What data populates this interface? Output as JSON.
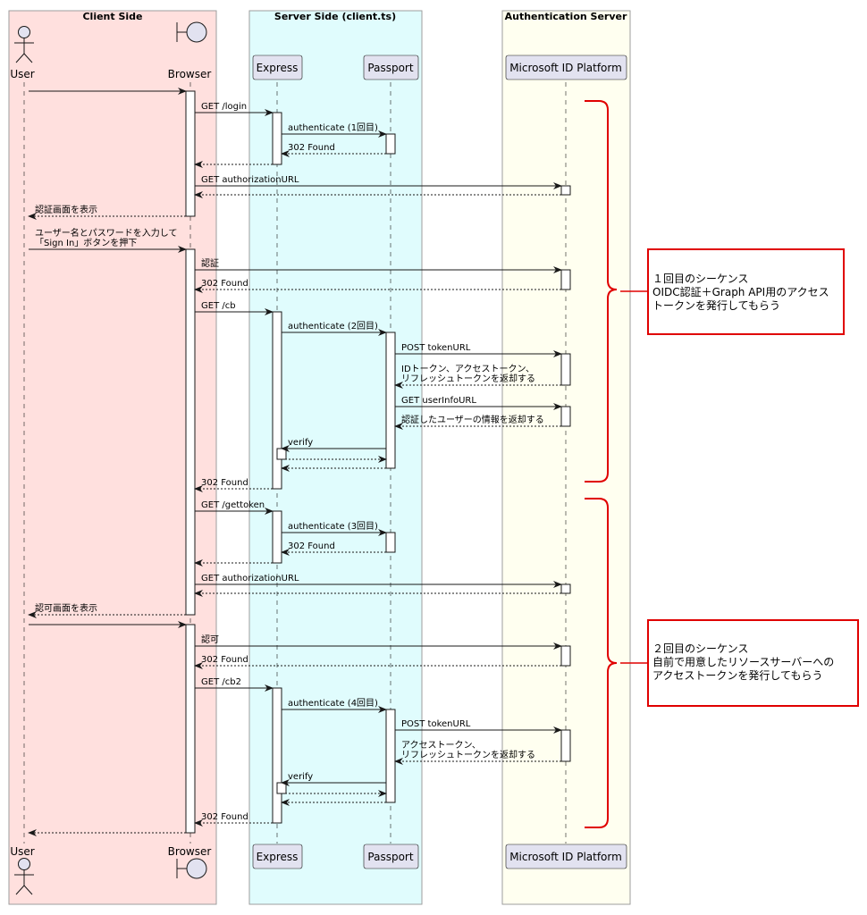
{
  "boxes": [
    {
      "id": "client",
      "title": "Client Side",
      "fill": "#ffe0de",
      "stroke": "#9e9e9e"
    },
    {
      "id": "server",
      "title": "Server Side (client.ts)",
      "fill": "#e0fcfd",
      "stroke": "#9e9e9e"
    },
    {
      "id": "auth",
      "title": "Authentication Server",
      "fill": "#fffff0",
      "stroke": "#9e9e9e"
    }
  ],
  "participants": [
    {
      "id": "user",
      "label": "User",
      "kind": "actor"
    },
    {
      "id": "browser",
      "label": "Browser",
      "kind": "boundary"
    },
    {
      "id": "express",
      "label": "Express",
      "kind": "participant"
    },
    {
      "id": "passport",
      "label": "Passport",
      "kind": "participant"
    },
    {
      "id": "msid",
      "label": "Microsoft ID Platform",
      "kind": "participant"
    }
  ],
  "messages": [
    {
      "from": "user",
      "to": "browser",
      "label": "",
      "dashed": false
    },
    {
      "from": "browser",
      "to": "express",
      "label": "GET /login",
      "dashed": false
    },
    {
      "from": "express",
      "to": "passport",
      "label": "authenticate (1回目)",
      "dashed": false
    },
    {
      "from": "passport",
      "to": "express",
      "label": "302 Found",
      "dashed": true
    },
    {
      "from": "express",
      "to": "browser",
      "label": "",
      "dashed": true
    },
    {
      "from": "browser",
      "to": "msid",
      "label": "GET authorizationURL",
      "dashed": false
    },
    {
      "from": "msid",
      "to": "browser",
      "label": "",
      "dashed": true
    },
    {
      "from": "browser",
      "to": "user",
      "label": "認証画面を表示",
      "dashed": true
    },
    {
      "from": "user",
      "to": "browser",
      "label": "ユーザー名とパスワードを入力して\n「Sign In」ボタンを押下",
      "dashed": false
    },
    {
      "from": "browser",
      "to": "msid",
      "label": "認証",
      "dashed": false
    },
    {
      "from": "msid",
      "to": "browser",
      "label": "302 Found",
      "dashed": true
    },
    {
      "from": "browser",
      "to": "express",
      "label": "GET /cb",
      "dashed": false
    },
    {
      "from": "express",
      "to": "passport",
      "label": "authenticate (2回目)",
      "dashed": false
    },
    {
      "from": "passport",
      "to": "msid",
      "label": "POST tokenURL",
      "dashed": false
    },
    {
      "from": "msid",
      "to": "passport",
      "label": "IDトークン、アクセストークン、\nリフレッシュトークンを返却する",
      "dashed": true
    },
    {
      "from": "passport",
      "to": "msid",
      "label": "GET userInfoURL",
      "dashed": false
    },
    {
      "from": "msid",
      "to": "passport",
      "label": "認証したユーザーの情報を返却する",
      "dashed": true
    },
    {
      "from": "passport",
      "to": "express",
      "label": "verify",
      "dashed": false
    },
    {
      "from": "express",
      "to": "passport",
      "label": "",
      "dashed": true
    },
    {
      "from": "passport",
      "to": "express",
      "label": "",
      "dashed": true
    },
    {
      "from": "express",
      "to": "browser",
      "label": "302 Found",
      "dashed": true
    },
    {
      "from": "browser",
      "to": "express",
      "label": "GET /gettoken",
      "dashed": false
    },
    {
      "from": "express",
      "to": "passport",
      "label": "authenticate (3回目)",
      "dashed": false
    },
    {
      "from": "passport",
      "to": "express",
      "label": "302 Found",
      "dashed": true
    },
    {
      "from": "express",
      "to": "browser",
      "label": "",
      "dashed": true
    },
    {
      "from": "browser",
      "to": "msid",
      "label": "GET authorizationURL",
      "dashed": false
    },
    {
      "from": "msid",
      "to": "browser",
      "label": "",
      "dashed": true
    },
    {
      "from": "browser",
      "to": "user",
      "label": "認可画面を表示",
      "dashed": true
    },
    {
      "from": "user",
      "to": "browser",
      "label": "",
      "dashed": false
    },
    {
      "from": "browser",
      "to": "msid",
      "label": "認可",
      "dashed": false
    },
    {
      "from": "msid",
      "to": "browser",
      "label": "302 Found",
      "dashed": true
    },
    {
      "from": "browser",
      "to": "express",
      "label": "GET /cb2",
      "dashed": false
    },
    {
      "from": "express",
      "to": "passport",
      "label": "authenticate (4回目)",
      "dashed": false
    },
    {
      "from": "passport",
      "to": "msid",
      "label": "POST tokenURL",
      "dashed": false
    },
    {
      "from": "msid",
      "to": "passport",
      "label": "アクセストークン、\nリフレッシュトークンを返却する",
      "dashed": true
    },
    {
      "from": "passport",
      "to": "express",
      "label": "verify",
      "dashed": false
    },
    {
      "from": "express",
      "to": "passport",
      "label": "",
      "dashed": true
    },
    {
      "from": "passport",
      "to": "express",
      "label": "",
      "dashed": true
    },
    {
      "from": "express",
      "to": "browser",
      "label": "302 Found",
      "dashed": true
    },
    {
      "from": "browser",
      "to": "user",
      "label": "",
      "dashed": true
    }
  ],
  "notes": [
    {
      "text": "１回目のシーケンス\nOIDC認証＋Graph API用のアクセス\nトークンを発行してもらう"
    },
    {
      "text": "２回目のシーケンス\n自前で用意したリソースサーバーへの\nアクセストークンを発行してもらう"
    }
  ],
  "colors": {
    "annotation": "#e00000",
    "participant_fill": "#e2e2f0",
    "participant_stroke": "#181818"
  }
}
